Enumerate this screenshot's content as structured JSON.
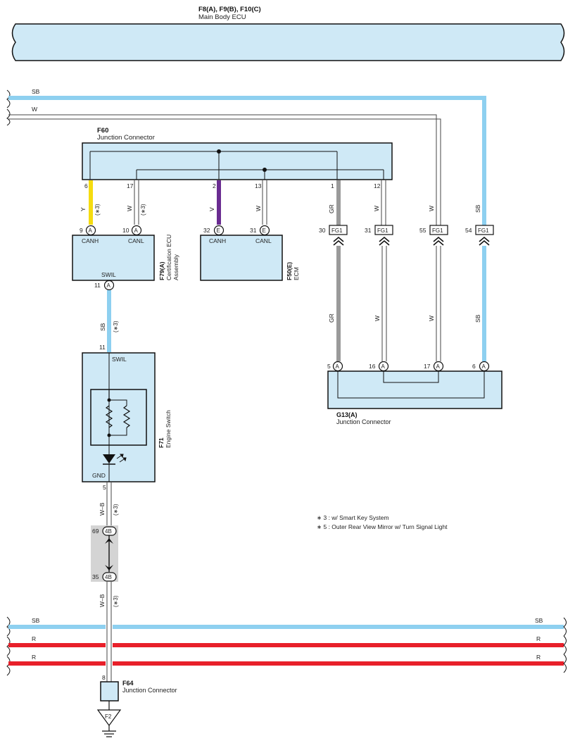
{
  "main_body_ecu": {
    "title": "F8(A), F9(B), F10(C)",
    "subtitle": "Main Body ECU"
  },
  "colors": {
    "box_fill": "#cfe9f6",
    "sb": "#8ed0f0",
    "r": "#e8202a",
    "y": "#f5dc10",
    "v": "#6a2c91",
    "gr": "#9a9a9a",
    "w": "#ffffff"
  },
  "top_bus": {
    "sb_label": "SB",
    "w_label": "W"
  },
  "f60": {
    "code": "F60",
    "name": "Junction Connector",
    "pins": [
      "6",
      "17",
      "2",
      "13",
      "1",
      "12"
    ]
  },
  "wire_labels": {
    "y1": "Y",
    "s3a": "(∗3)",
    "w17": "W",
    "s3b": "(∗3)",
    "v2": "V",
    "w13": "W",
    "gr1": "GR",
    "w12": "W",
    "w_right": "W",
    "sb_right": "SB",
    "gr_lower": "GR",
    "w_lower1": "W",
    "w_lower2": "W",
    "sb_lower": "SB",
    "sb_swil": "SB",
    "s3c": "(∗3)",
    "wb_upper": "W–B",
    "s3d": "(∗3)",
    "wb_lower": "W–B",
    "s3e": "(∗3)"
  },
  "f79": {
    "code": "F79(A)",
    "name": "Certification ECU Assembly",
    "pins": [
      {
        "num": "9",
        "conn": "A",
        "label": "CANH"
      },
      {
        "num": "10",
        "conn": "A",
        "label": "CANL"
      }
    ],
    "swil_label": "SWIL",
    "swil_pin": "11",
    "swil_conn": "A"
  },
  "f50": {
    "code": "F50(E)",
    "name": "ECM",
    "pins": [
      {
        "num": "32",
        "conn": "E",
        "label": "CANH"
      },
      {
        "num": "31",
        "conn": "E",
        "label": "CANL"
      }
    ]
  },
  "fg1_pins": [
    {
      "num": "30",
      "label": "FG1"
    },
    {
      "num": "31",
      "label": "FG1"
    },
    {
      "num": "55",
      "label": "FG1"
    },
    {
      "num": "54",
      "label": "FG1"
    }
  ],
  "g13": {
    "code": "G13(A)",
    "name": "Junction Connector",
    "pins": [
      {
        "num": "5",
        "conn": "A"
      },
      {
        "num": "16",
        "conn": "A"
      },
      {
        "num": "17",
        "conn": "A"
      },
      {
        "num": "6",
        "conn": "A"
      }
    ]
  },
  "f71": {
    "code": "F71",
    "name": "Engine Switch",
    "pin_top": "11",
    "label_top": "SWIL",
    "label_bottom": "GND",
    "pin_bottom": "5"
  },
  "inline_connector": {
    "upper_num": "69",
    "upper_conn": "4B",
    "lower_num": "35",
    "lower_conn": "4B"
  },
  "notes": [
    "∗ 3 : w/ Smart Key System",
    "∗ 5 : Outer Rear View Mirror w/ Turn Signal Light"
  ],
  "bottom_bus": {
    "sb_left": "SB",
    "sb_right": "SB",
    "r1_left": "R",
    "r1_right": "R",
    "r2_left": "R",
    "r2_right": "R"
  },
  "f64": {
    "code": "F64",
    "name": "Junction Connector",
    "pin": "8",
    "ground": "F2"
  }
}
